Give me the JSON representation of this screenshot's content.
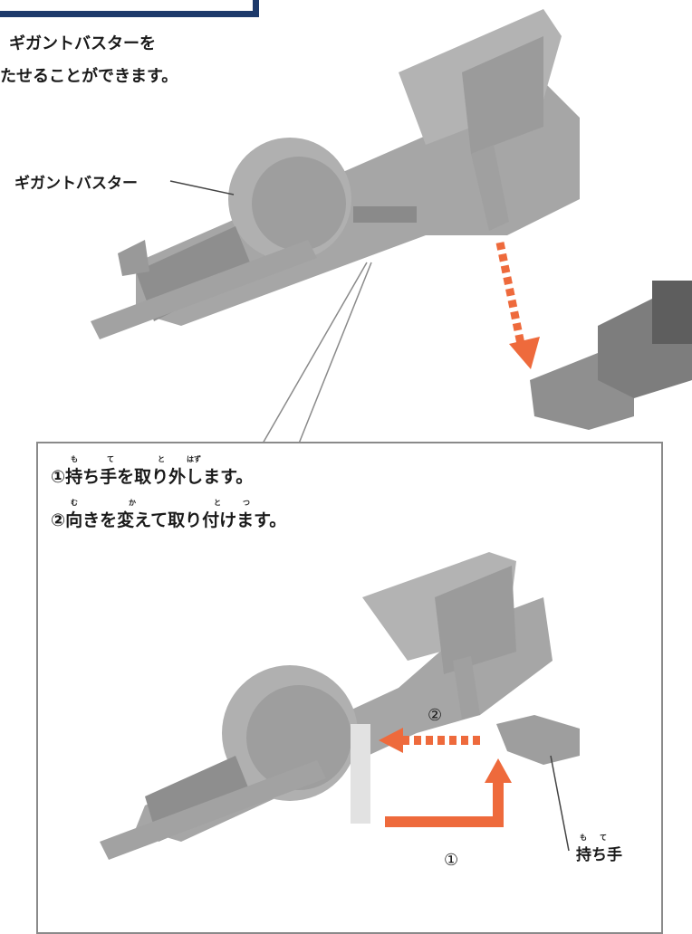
{
  "intro": {
    "line1": "ギガントバスターを",
    "line2": "たせることができます。"
  },
  "callouts": {
    "gigant_buster": "ギガントバスター",
    "handle": "持ち手",
    "handle_ruby_1": "も",
    "handle_ruby_2": "て"
  },
  "steps": [
    {
      "text": "①持ち手を取り外します。",
      "ruby": [
        "も",
        "て",
        "と",
        "はず"
      ]
    },
    {
      "text": "②向きを変えて取り付けます。",
      "ruby": [
        "む",
        "か",
        "と",
        "つ"
      ]
    }
  ],
  "diagram_labels": {
    "step1_marker": "①",
    "step2_marker": "②"
  },
  "colors": {
    "arrow": "#ee6a3c",
    "frame": "#1d3a6b",
    "part": "#9a9a9a"
  }
}
